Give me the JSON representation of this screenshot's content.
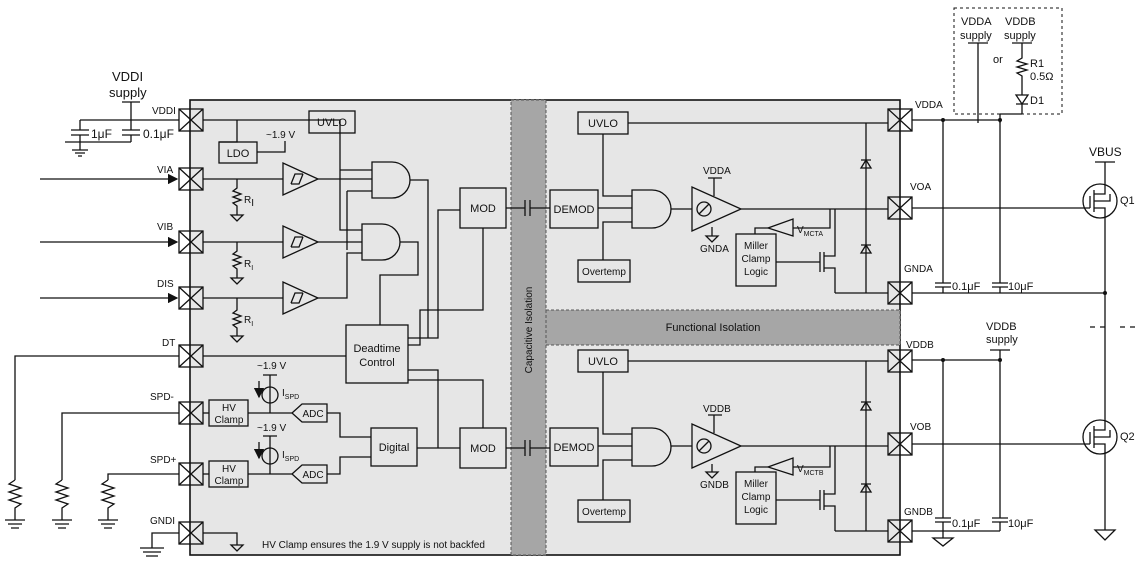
{
  "supplies": {
    "vddi_title": "VDDI",
    "vddi_supply": "supply",
    "vdda_title": "VDDA",
    "vdda_supply": "supply",
    "vddb_title": "VDDB",
    "vddb_supply": "supply",
    "or": "or",
    "r1": "R1",
    "r1_val": "0.5Ω",
    "d1": "D1",
    "vbus": "VBUS",
    "vddb_right_title": "VDDB",
    "vddb_right_supply": "supply"
  },
  "caps": {
    "c_1uf": "1μF",
    "c_01uf_left": "0.1μF",
    "c_01uf_a": "0.1μF",
    "c_10uf_a": "10μF",
    "c_01uf_b": "0.1μF",
    "c_10uf_b": "10μF"
  },
  "pins": {
    "vddi": "VDDI",
    "via": "VIA",
    "vib": "VIB",
    "dis": "DIS",
    "dt": "DT",
    "spd_minus": "SPD-",
    "spd_plus": "SPD+",
    "gndi": "GNDI",
    "vdda": "VDDA",
    "voa": "VOA",
    "gnda": "GNDA",
    "vddb": "VDDB",
    "vob": "VOB",
    "gndb": "GNDB"
  },
  "blocks": {
    "uvlo_in": "UVLO",
    "ldo": "LDO",
    "v19": "~1.9 V",
    "ri": "R",
    "ri_sub": "I",
    "mod": "MOD",
    "deadtime_1": "Deadtime",
    "deadtime_2": "Control",
    "hv": "HV",
    "clamp": "Clamp",
    "adc": "ADC",
    "ispd": "I",
    "ispd_sub": "SPD",
    "digital": "Digital",
    "cap_isolation": "Capacitive Isolation",
    "func_isolation": "Functional Isolation",
    "uvlo": "UVLO",
    "demod": "DEMOD",
    "overtemp": "Overtemp",
    "miller_1": "Miller",
    "miller_2": "Clamp",
    "miller_3": "Logic",
    "vdda_small": "VDDA",
    "gnda_small": "GNDA",
    "vddb_small": "VDDB",
    "gndb_small": "GNDB",
    "vmct": "V",
    "vmcta_sub": "MCTA",
    "vmctb_sub": "MCTB"
  },
  "footer": "HV Clamp ensures the 1.9 V supply is not backfed",
  "transistors": {
    "q1": "Q1",
    "q2": "Q2"
  }
}
